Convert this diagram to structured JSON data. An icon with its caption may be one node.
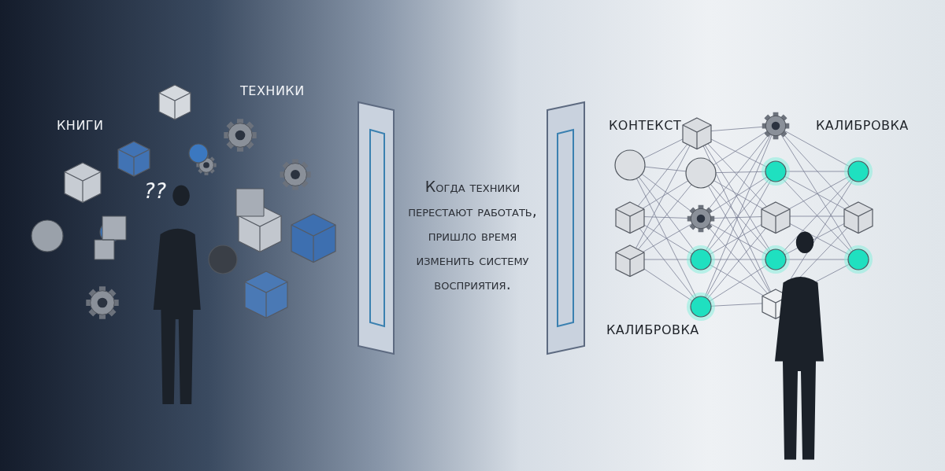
{
  "diagram": {
    "labels": [
      "ТЕХНИКИ",
      "КНИГИ",
      "??",
      "Когда техники перестают работать, пришло время изменить систему восприятия.",
      "КОНТЕКСТ",
      "КАЛИБРОВКА",
      "КАЛИБРОВКА"
    ]
  }
}
